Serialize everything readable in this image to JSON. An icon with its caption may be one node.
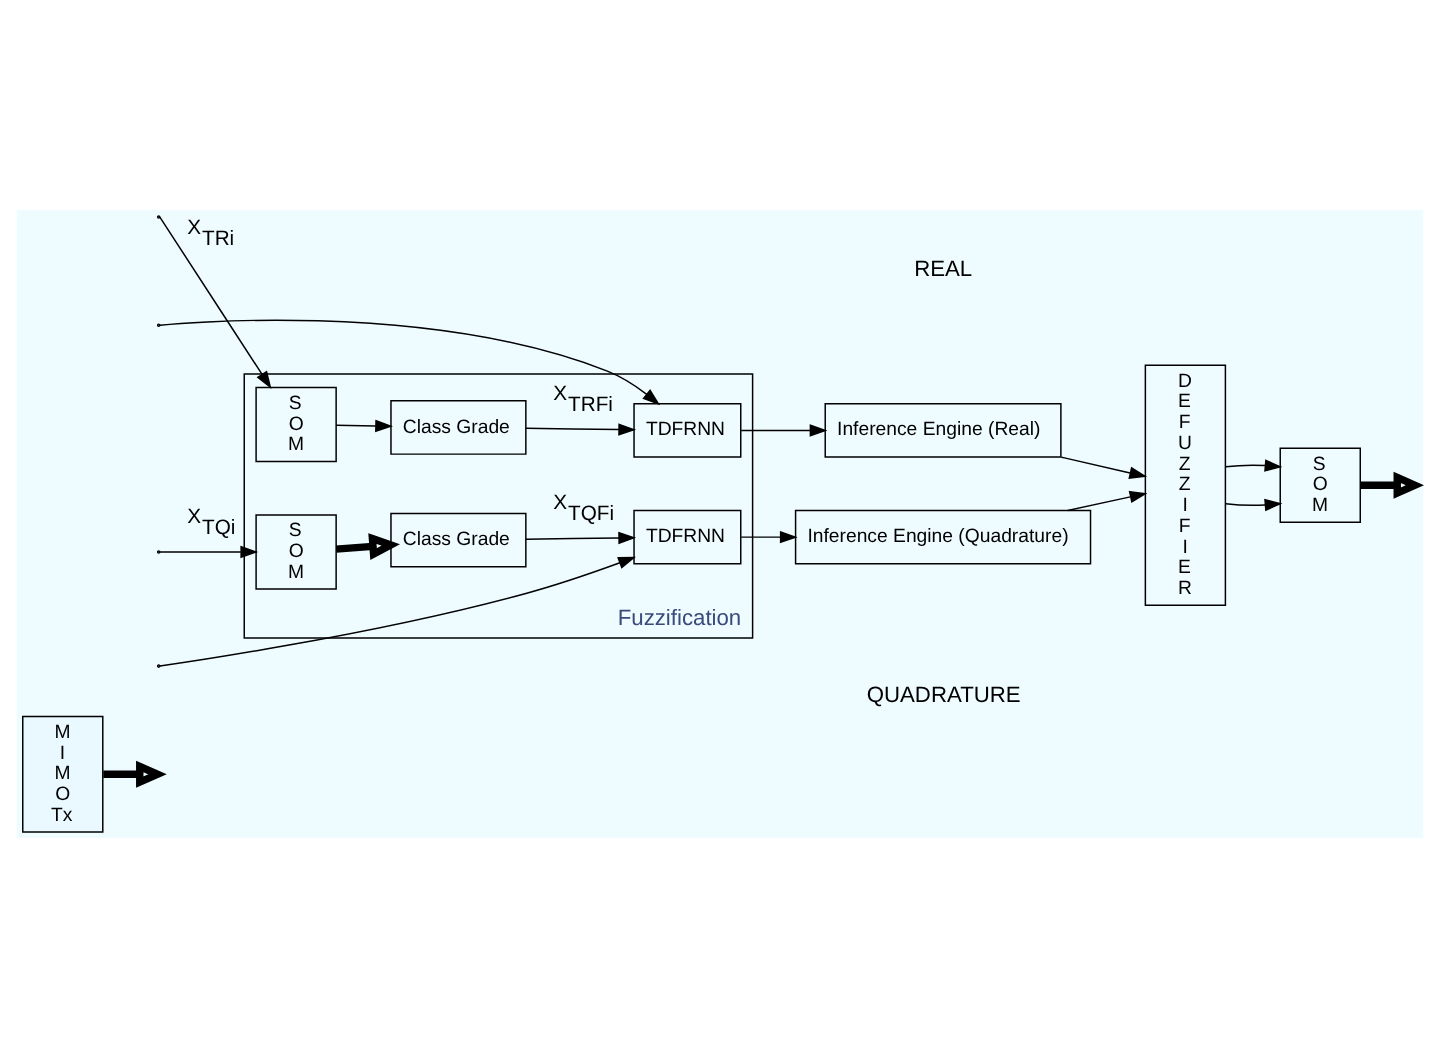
{
  "diagram": {
    "nodes": [
      {
        "text": [
          "M I M O Tx"
        ]
      },
      {
        "text": [
          "Fuzzification"
        ]
      },
      {
        "text": [
          "S O M"
        ],
        "in": 1
      },
      {
        "text": [
          "Class Grade"
        ],
        "in": 1
      },
      {
        "text": [
          "TDFRNN"
        ],
        "in": 1
      },
      {
        "text": [
          "S O M"
        ],
        "in": 1
      },
      {
        "text": [
          "Class Grade"
        ],
        "in": 1
      },
      {
        "text": [
          "TDFRNN"
        ],
        "in": 1
      },
      {
        "text": [
          "Inference Engine (Real)"
        ]
      },
      {
        "text": [
          "Inference Engine (Quadrature)"
        ]
      },
      {
        "text": [
          "D E F U Z Z I F I E R"
        ]
      },
      {
        "text": [
          "S O M"
        ]
      }
    ],
    "edges": [
      {
        "from": 0,
        "to": null,
        "arrow": "to",
        "style": "thick"
      },
      {
        "from": null,
        "to": 2,
        "arrow": "to",
        "label": "X$_{TRi}$"
      },
      {
        "from": null,
        "to": 4,
        "arrow": "to"
      },
      {
        "from": 2,
        "to": 3,
        "arrow": "to"
      },
      {
        "from": 3,
        "to": 4,
        "arrow": "to",
        "label": "X$_{TRFi}$"
      },
      {
        "from": 4,
        "to": 8,
        "arrow": "to"
      },
      {
        "from": null,
        "to": 5,
        "arrow": "to",
        "label": "X$_{TQi}$"
      },
      {
        "from": null,
        "to": 7,
        "arrow": "to"
      },
      {
        "from": 5,
        "to": 6,
        "arrow": "to",
        "style": "thick"
      },
      {
        "from": 6,
        "to": 7,
        "arrow": "to",
        "label": "X$_{TQFi}$"
      },
      {
        "from": 7,
        "to": 9,
        "arrow": "to"
      },
      {
        "from": 8,
        "to": 10,
        "arrow": "to"
      },
      {
        "from": 9,
        "to": 10,
        "arrow": "to"
      },
      {
        "from": 10,
        "to": 11,
        "arrow": "to"
      },
      {
        "from": 10,
        "to": 11,
        "arrow": "to"
      },
      {
        "from": 11,
        "to": null,
        "arrow": "to",
        "style": "thick"
      }
    ],
    "labels": [
      "REAL",
      "QUADRATURE"
    ]
  }
}
